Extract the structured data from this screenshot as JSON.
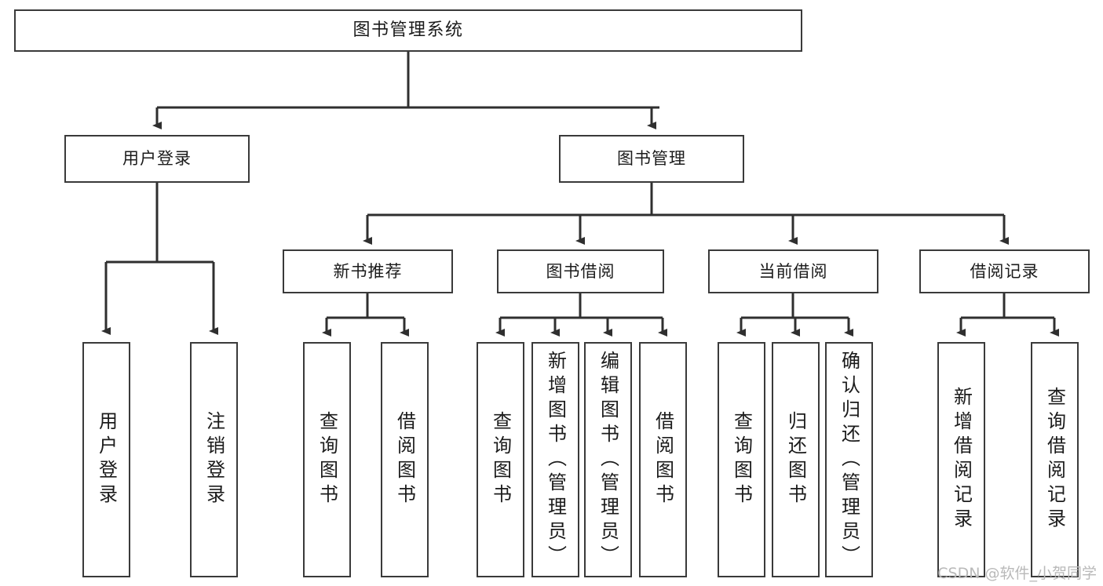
{
  "diagram": {
    "title": "图书管理系统",
    "type": "tree",
    "watermark": "CSDN @软件_小贺同学",
    "colors": {
      "stroke": "#3a3a3a",
      "fill": "#ffffff",
      "text": "#1b1b1b",
      "watermark": "#b9b9b9"
    },
    "root": {
      "label": "图书管理系统"
    },
    "level2": [
      {
        "label": "用户登录"
      },
      {
        "label": "图书管理"
      }
    ],
    "level3": [
      {
        "label": "新书推荐"
      },
      {
        "label": "图书借阅"
      },
      {
        "label": "当前借阅"
      },
      {
        "label": "借阅记录"
      }
    ],
    "leaves": {
      "user_login": [
        {
          "label": "用户登录"
        },
        {
          "label": "注销登录"
        }
      ],
      "new_book_recommend": [
        {
          "label": "查询图书"
        },
        {
          "label": "借阅图书"
        }
      ],
      "book_borrow": [
        {
          "label": "查询图书"
        },
        {
          "label": "新增图书（管理员）"
        },
        {
          "label": "编辑图书（管理员）"
        },
        {
          "label": "借阅图书"
        }
      ],
      "current_borrow": [
        {
          "label": "查询图书"
        },
        {
          "label": "归还图书"
        },
        {
          "label": "确认归还（管理员）"
        }
      ],
      "borrow_record": [
        {
          "label": "新增借阅记录"
        },
        {
          "label": "查询借阅记录"
        }
      ]
    }
  }
}
